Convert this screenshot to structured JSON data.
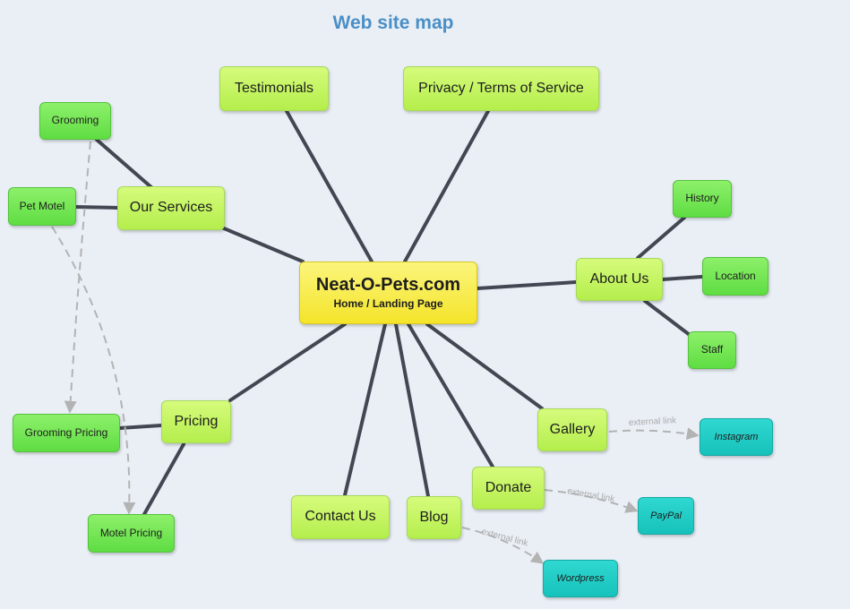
{
  "title": "Web site map",
  "colors": {
    "title": "#4a8fc6",
    "center": "#f4e42a",
    "main_page": "#c7f55f",
    "sub_page": "#6be34d",
    "external": "#1fcbc4",
    "edge": "#434752",
    "dashed": "#b3b3b3"
  },
  "center_node": {
    "name": "Neat-O-Pets.com",
    "subtitle": "Home / Landing Page"
  },
  "pages": {
    "testimonials": "Testimonials",
    "privacy": "Privacy / Terms of Service",
    "our_services": "Our Services",
    "about_us": "About Us",
    "pricing": "Pricing",
    "gallery": "Gallery",
    "contact_us": "Contact Us",
    "blog": "Blog",
    "donate": "Donate"
  },
  "subpages": {
    "grooming": "Grooming",
    "pet_motel": "Pet Motel",
    "history": "History",
    "location": "Location",
    "staff": "Staff",
    "grooming_pricing": "Grooming Pricing",
    "motel_pricing": "Motel Pricing"
  },
  "external_sites": {
    "instagram": "Instagram",
    "paypal": "PayPal",
    "wordpress": "Wordpress"
  },
  "link_label": "external link"
}
